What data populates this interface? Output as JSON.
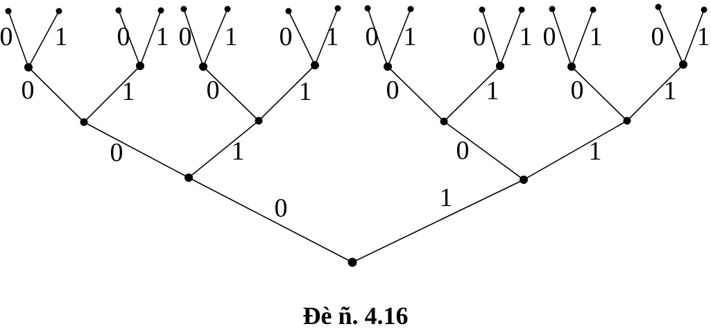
{
  "tree": {
    "edge_labels": {
      "left": "0",
      "right": "1"
    },
    "depth": 4,
    "structure": "complete binary tree"
  },
  "caption": "Đè ñ. 4.16"
}
